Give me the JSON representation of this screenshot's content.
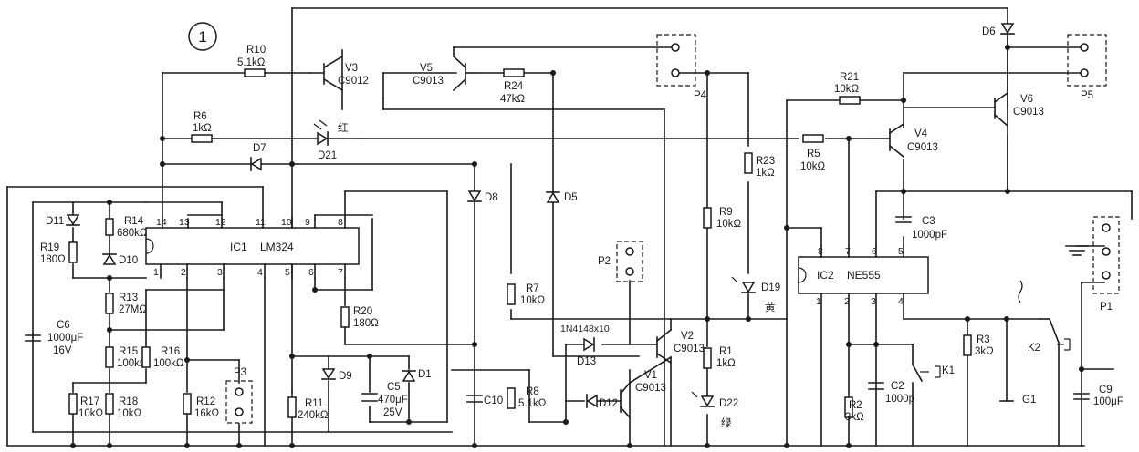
{
  "figure_label": "1",
  "ics": {
    "ic1": {
      "name": "IC1",
      "part": "LM324",
      "top_pins": [
        "14",
        "13",
        "12",
        "11",
        "10",
        "9",
        "8"
      ],
      "bottom_pins": [
        "1",
        "2",
        "3",
        "4",
        "5",
        "6",
        "7"
      ]
    },
    "ic2": {
      "name": "IC2",
      "part": "NE555",
      "top_pins": [
        "8",
        "7",
        "6",
        "5"
      ],
      "bottom_pins": [
        "1",
        "2",
        "3",
        "4"
      ]
    }
  },
  "transistors": {
    "v1": {
      "ref": "V1",
      "part": "C9013"
    },
    "v2": {
      "ref": "V2",
      "part": "C9013"
    },
    "v3": {
      "ref": "V3",
      "part": "C9012"
    },
    "v4": {
      "ref": "V4",
      "part": "C9013"
    },
    "v5": {
      "ref": "V5",
      "part": "C9013"
    },
    "v6": {
      "ref": "V6",
      "part": "C9013"
    }
  },
  "resistors": {
    "r1": {
      "ref": "R1",
      "value": "1kΩ"
    },
    "r2": {
      "ref": "R2",
      "value": "3kΩ"
    },
    "r3": {
      "ref": "R3",
      "value": "3kΩ"
    },
    "r5": {
      "ref": "R5",
      "value": "10kΩ"
    },
    "r6": {
      "ref": "R6",
      "value": "1kΩ"
    },
    "r7": {
      "ref": "R7",
      "value": "10kΩ"
    },
    "r8": {
      "ref": "R8",
      "value": "5.1kΩ"
    },
    "r9": {
      "ref": "R9",
      "value": "10kΩ"
    },
    "r10": {
      "ref": "R10",
      "value": "5.1kΩ"
    },
    "r11": {
      "ref": "R11",
      "value": "240kΩ"
    },
    "r12": {
      "ref": "R12",
      "value": "16kΩ"
    },
    "r13": {
      "ref": "R13",
      "value": "27MΩ"
    },
    "r14": {
      "ref": "R14",
      "value": "680kΩ"
    },
    "r15": {
      "ref": "R15",
      "value": "100kΩ"
    },
    "r16": {
      "ref": "R16",
      "value": "100kΩ"
    },
    "r17": {
      "ref": "R17",
      "value": "10kΩ"
    },
    "r18": {
      "ref": "R18",
      "value": "10kΩ"
    },
    "r19": {
      "ref": "R19",
      "value": "180Ω"
    },
    "r20": {
      "ref": "R20",
      "value": "180Ω"
    },
    "r21": {
      "ref": "R21",
      "value": "10kΩ"
    },
    "r23": {
      "ref": "R23",
      "value": "1kΩ"
    },
    "r24": {
      "ref": "R24",
      "value": "47kΩ"
    }
  },
  "capacitors": {
    "c2": {
      "ref": "C2",
      "value": "1000p"
    },
    "c3": {
      "ref": "C3",
      "value": "1000pF"
    },
    "c5": {
      "ref": "C5",
      "value": "470μF",
      "voltage": "25V"
    },
    "c6": {
      "ref": "C6",
      "value": "1000μF",
      "voltage": "16V"
    },
    "c9": {
      "ref": "C9",
      "value": "100μF"
    },
    "c10": {
      "ref": "C10",
      "value": ""
    }
  },
  "diodes": {
    "d1": "D1",
    "d5": "D5",
    "d6": "D6",
    "d7": "D7",
    "d8": "D8",
    "d9": "D9",
    "d10": "D10",
    "d11": "D11",
    "d12": "D12",
    "d13": "D13",
    "d13_note": "1N4148x10"
  },
  "leds": {
    "d19": {
      "ref": "D19",
      "color": "黄"
    },
    "d21": {
      "ref": "D21",
      "color": "红"
    },
    "d22": {
      "ref": "D22",
      "color": "绿"
    }
  },
  "connectors": {
    "p1": "P1",
    "p2": "P2",
    "p3": "P3",
    "p4": "P4",
    "p5": "P5"
  },
  "switches": {
    "k1": "K1",
    "k2": "K2"
  },
  "other": {
    "g1": "G1"
  }
}
